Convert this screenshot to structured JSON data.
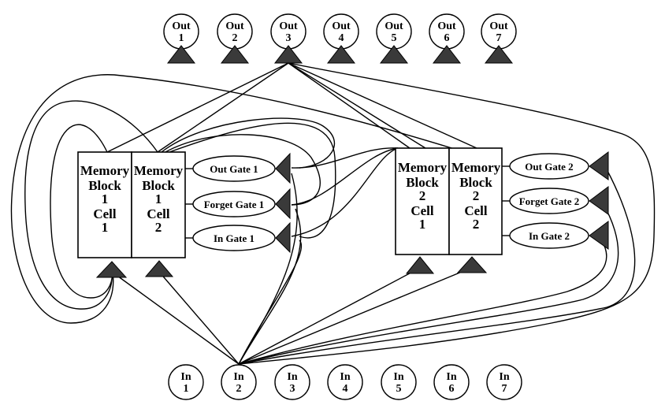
{
  "diagram": {
    "output_units": [
      {
        "label": "Out",
        "index": "1"
      },
      {
        "label": "Out",
        "index": "2"
      },
      {
        "label": "Out",
        "index": "3"
      },
      {
        "label": "Out",
        "index": "4"
      },
      {
        "label": "Out",
        "index": "5"
      },
      {
        "label": "Out",
        "index": "6"
      },
      {
        "label": "Out",
        "index": "7"
      }
    ],
    "input_units": [
      {
        "label": "In",
        "index": "1"
      },
      {
        "label": "In",
        "index": "2"
      },
      {
        "label": "In",
        "index": "3"
      },
      {
        "label": "In",
        "index": "4"
      },
      {
        "label": "In",
        "index": "5"
      },
      {
        "label": "In",
        "index": "6"
      },
      {
        "label": "In",
        "index": "7"
      }
    ],
    "memory_blocks": [
      {
        "cells": [
          {
            "line1": "Memory",
            "line2": "Block",
            "line3": "1",
            "line4": "Cell",
            "line5": "1"
          },
          {
            "line1": "Memory",
            "line2": "Block",
            "line3": "1",
            "line4": "Cell",
            "line5": "2"
          }
        ],
        "gates": {
          "out": "Out Gate 1",
          "forget": "Forget Gate 1",
          "in": "In Gate 1"
        }
      },
      {
        "cells": [
          {
            "line1": "Memory",
            "line2": "Block",
            "line3": "2",
            "line4": "Cell",
            "line5": "1"
          },
          {
            "line1": "Memory",
            "line2": "Block",
            "line3": "2",
            "line4": "Cell",
            "line5": "2"
          }
        ],
        "gates": {
          "out": "Out Gate 2",
          "forget": "Forget Gate 2",
          "in": "In Gate 2"
        }
      }
    ]
  }
}
